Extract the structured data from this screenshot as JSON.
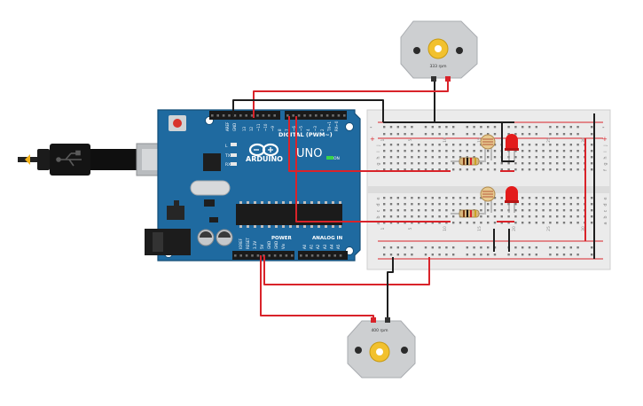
{
  "board": {
    "brand": "ARDUINO",
    "model": "UNO",
    "digital_label": "DIGITAL (PWM~)",
    "power_label": "POWER",
    "analog_label": "ANALOG IN",
    "on_label": "ON",
    "l_label": "L",
    "tx_label": "TX",
    "rx_label": "RX",
    "aref_label": "AREF",
    "gnd_label": "GND",
    "top_pins": [
      "13",
      "12",
      "~11",
      "~10",
      "~9",
      "8",
      "7",
      "~6",
      "~5",
      "4",
      "~3",
      "2",
      "TX→1",
      "RX←0"
    ],
    "power_pins": [
      "IOREF",
      "RESET",
      "3.3V",
      "5V",
      "GND",
      "GND",
      "Vin"
    ],
    "analog_pins": [
      "A0",
      "A1",
      "A2",
      "A3",
      "A4",
      "A5"
    ]
  },
  "motors": {
    "top_label": "333 rpm",
    "bottom_label": "400 rpm"
  },
  "breadboard": {
    "row_letters_top": [
      "j",
      "i",
      "h",
      "g",
      "f"
    ],
    "row_letters_bottom": [
      "e",
      "d",
      "c",
      "b",
      "a"
    ],
    "column_numbers": [
      "1",
      "5",
      "10",
      "15",
      "20",
      "25",
      "30"
    ],
    "rail_plus": "+",
    "rail_minus": "-"
  },
  "colors": {
    "board": "#1f6aa0",
    "board_edge": "#134d77",
    "wire_red": "#d9232a",
    "wire_black": "#1e1e1e",
    "led": "#e31b1b",
    "motor_body": "#cdcfd1",
    "gear": "#f2c12e"
  }
}
